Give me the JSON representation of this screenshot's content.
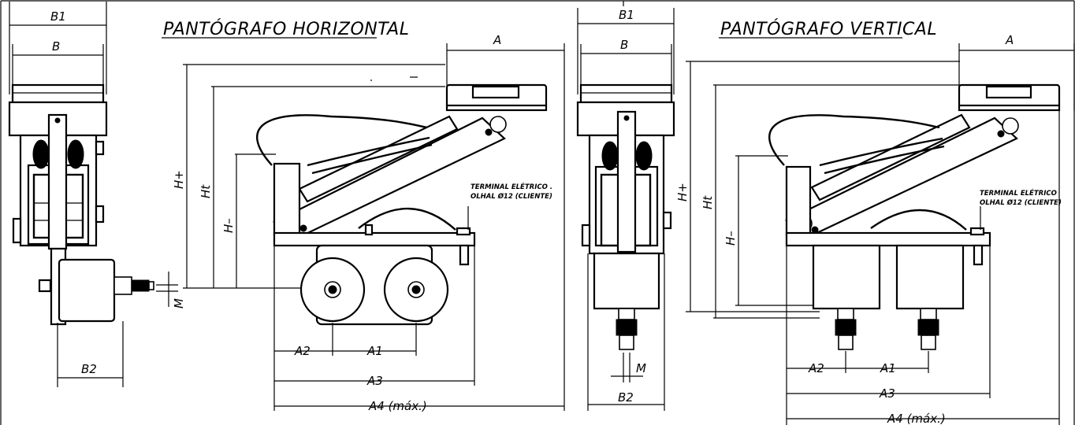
{
  "titles": {
    "horizontal": "PANTÓGRAFO HORIZONTAL",
    "vertical": "PANTÓGRAFO VERTICAL"
  },
  "dims": {
    "b1": "B1",
    "b": "B",
    "b2": "B2",
    "a": "A",
    "a1": "A1",
    "a2": "A2",
    "a3": "A3",
    "a4": "A4  (máx.)",
    "h_plus": "H+",
    "ht": "Ht",
    "h_minus": "H–",
    "m": "M"
  },
  "notes": {
    "terminal_line1": "TERMINAL ELÉTRICO .",
    "terminal_line2": "OLHAL Ø12 (CLIENTE)",
    "terminal_v_line1": "TERMINAL ELÉTRICO",
    "terminal_v_line2": "OLHAL Ø12 (CLIENTE)"
  }
}
